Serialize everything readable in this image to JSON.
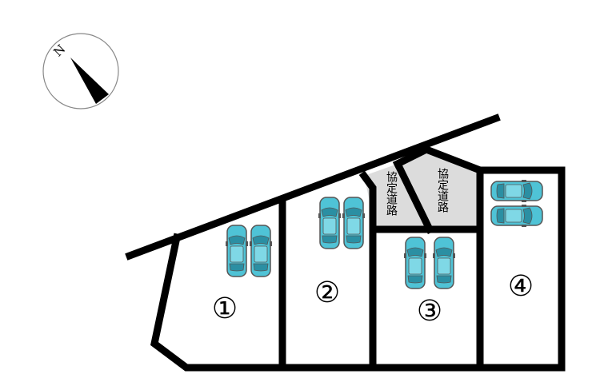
{
  "compass": {
    "north_label": "N"
  },
  "lots": [
    {
      "id": "1",
      "label": "①"
    },
    {
      "id": "2",
      "label": "②"
    },
    {
      "id": "3",
      "label": "③"
    },
    {
      "id": "4",
      "label": "④"
    }
  ],
  "private_roads": [
    {
      "label": "協定道路"
    },
    {
      "label": "協定道路"
    }
  ],
  "colors": {
    "outline": "#000000",
    "road_fill": "#dcdcdc",
    "car_body": "#4fc3d6",
    "car_glass": "#2b8fa3"
  }
}
